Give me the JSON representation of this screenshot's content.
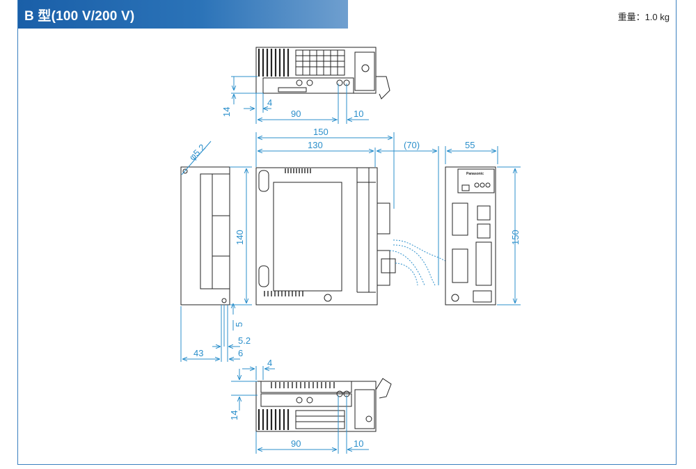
{
  "header": {
    "title": "B 型(100 V/200 V)",
    "weight": "重量：1.0 kg"
  },
  "dimensions": {
    "top_14": "14",
    "top_4": "4",
    "top_90": "90",
    "top_10": "10",
    "front_150": "150",
    "front_130": "130",
    "front_70": "(70)",
    "side_55": "55",
    "side_150": "150",
    "left_dia": "φ5.2",
    "left_140": "140",
    "left_5": "5",
    "left_5_2": "5.2",
    "left_43": "43",
    "left_6": "6",
    "bottom_4": "4",
    "bottom_14": "14",
    "bottom_90": "90",
    "bottom_10": "10"
  },
  "colors": {
    "dimension_line": "#2b8fcb",
    "outline": "#222222",
    "frame": "#3a7fbf"
  }
}
